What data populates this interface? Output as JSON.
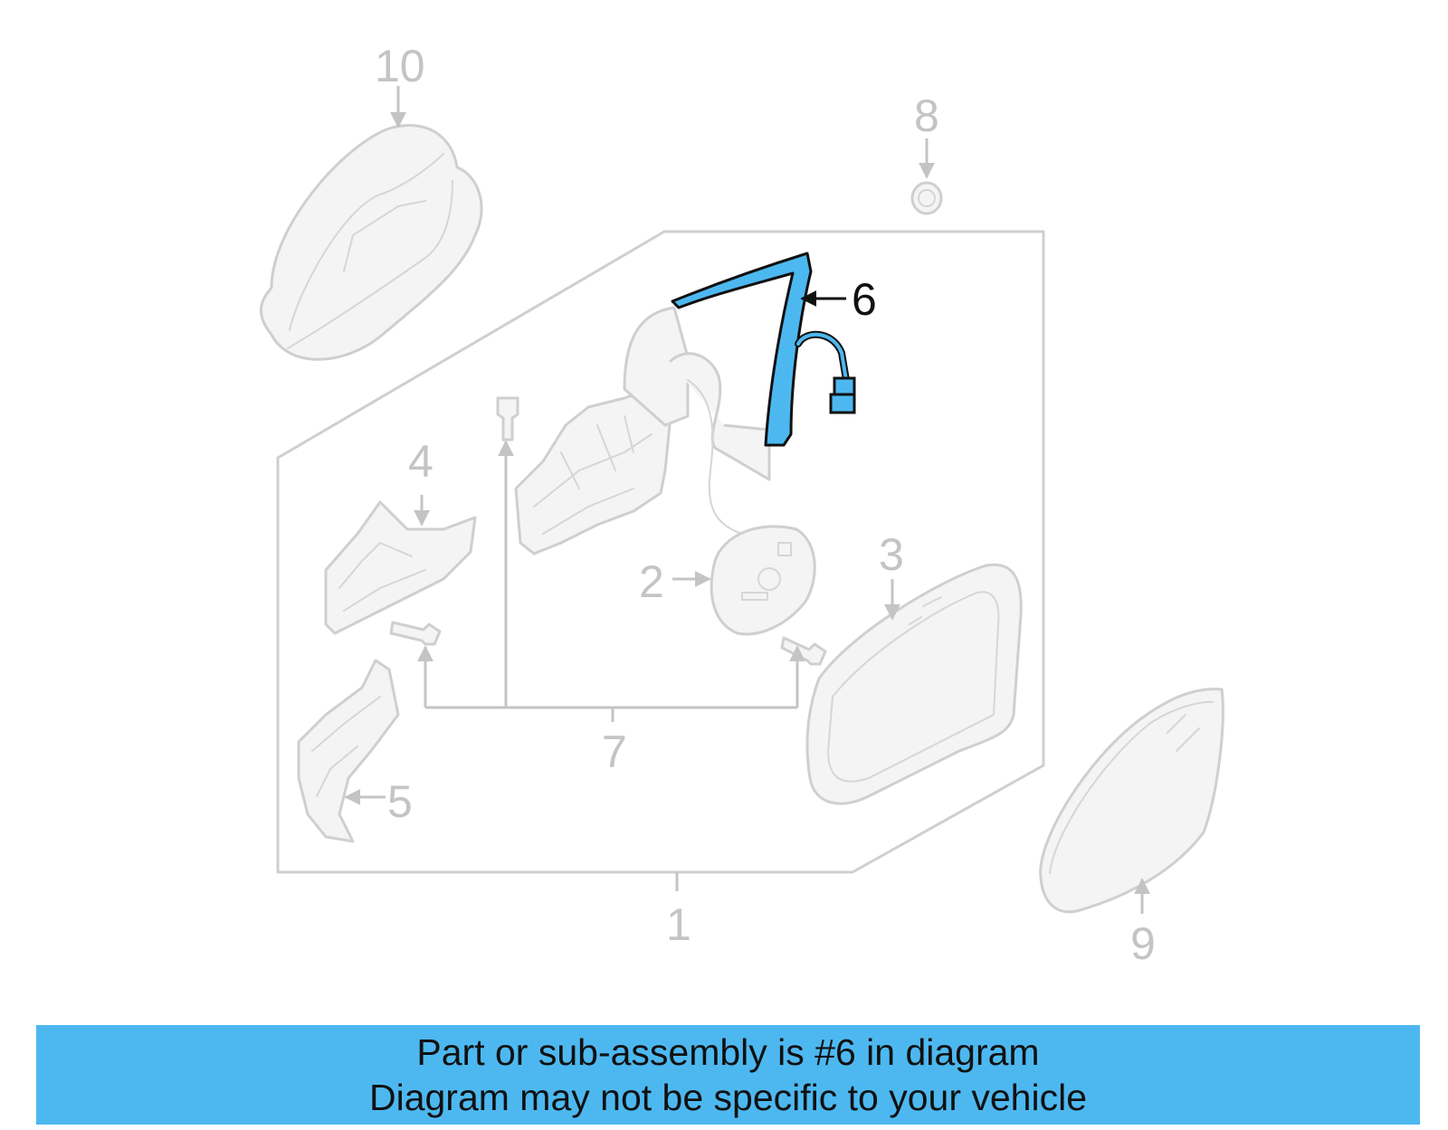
{
  "diagram": {
    "callouts": [
      "1",
      "2",
      "3",
      "4",
      "5",
      "6",
      "7",
      "8",
      "9",
      "10"
    ],
    "highlighted_part": "6",
    "highlight_color": "#4db8f0",
    "ghost_color": "#cfcfcf"
  },
  "banner": {
    "line1": "Part or sub-assembly is #6 in diagram",
    "line2": "Diagram may not be specific to your vehicle",
    "background": "#4db8f0"
  }
}
